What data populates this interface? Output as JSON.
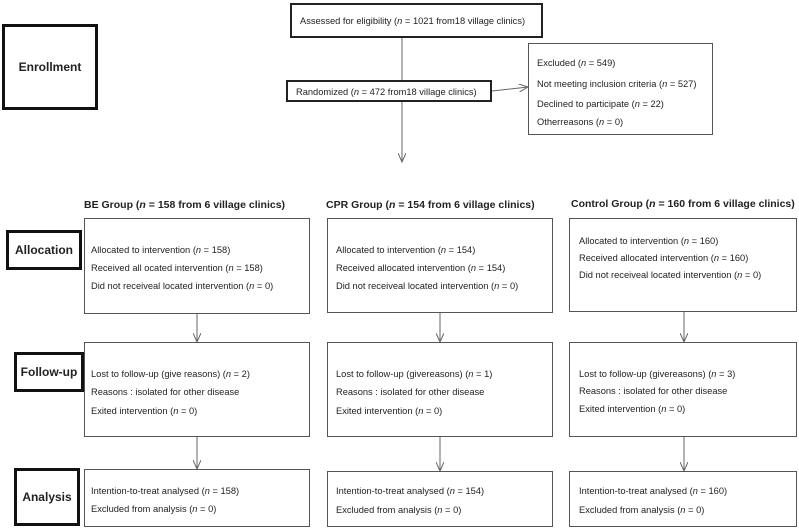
{
  "enrollment": {
    "stage_label": "Enrollment",
    "assessed": "Assessed for eligibility (n = 1021 from18 village clinics)",
    "randomized": "Randomized (n = 472 from18 village clinics)",
    "excluded": [
      "Excluded (n = 549)",
      "Not meeting inclusion criteria (n = 527)",
      "Declined to participate (n = 22)",
      "Otherreasons (n = 0)"
    ]
  },
  "stages": {
    "allocation": "Allocation",
    "followup": "Follow-up",
    "analysis": "Analysis"
  },
  "groups": [
    {
      "title": "BE Group (n = 158 from 6 village clinics)",
      "allocation": [
        "Allocated to intervention (n = 158)",
        "Received all ocated intervention (n = 158)",
        "Did not receiveal located intervention (n = 0)"
      ],
      "followup": [
        "Lost to follow-up (give reasons) (n = 2)",
        "Reasons : isolated for other disease",
        "Exited intervention (n = 0)"
      ],
      "analysis": [
        "Intention-to-treat analysed (n = 158)",
        "Excluded from analysis (n = 0)"
      ]
    },
    {
      "title": "CPR Group (n = 154 from 6 village clinics)",
      "allocation": [
        "Allocated to intervention (n = 154)",
        "Received allocated intervention (n = 154)",
        "Did not receiveal located intervention (n = 0)"
      ],
      "followup": [
        "Lost to follow-up (givereasons) (n = 1)",
        " Reasons : isolated for other disease",
        "Exited intervention (n = 0)"
      ],
      "analysis": [
        "Intention-to-treat analysed (n = 154)",
        "Excluded from analysis (n = 0)"
      ]
    },
    {
      "title": "Control Group (n = 160 from 6 village clinics)",
      "allocation": [
        "Allocated to intervention (n = 160)",
        "Received allocated intervention (n = 160)",
        "Did not receiveal located intervention (n = 0)"
      ],
      "followup": [
        "Lost to follow-up (givereasons) (n = 3)",
        "Reasons : isolated for other disease",
        "Exited intervention (n = 0)"
      ],
      "analysis": [
        "Intention-to-treat analysed (n = 160)",
        "Excluded from analysis (n = 0)"
      ]
    }
  ]
}
